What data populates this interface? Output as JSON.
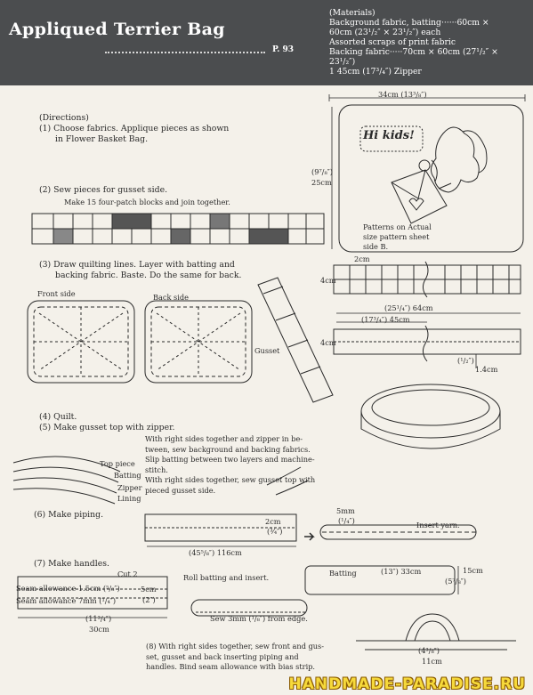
{
  "header": {
    "title": "Appliqued Terrier Bag",
    "page_ref": "P. 93",
    "materials": [
      "(Materials)",
      "Background fabric, batting······60cm ×",
      "60cm (23¹/₂″ × 23¹/₂″) each",
      "Assorted scraps of print fabric",
      "Backing fabric·····70cm × 60cm (27¹/₂″ ×",
      "23¹/₂″)",
      "1  45cm (17³/₄″) Zipper"
    ]
  },
  "directions": {
    "heading": "(Directions)",
    "step1_a": "(1)  Choose fabrics. Applique pieces as shown",
    "step1_b": "in Flower Basket Bag.",
    "step2": "(2)  Sew pieces for gusset side.",
    "step2_sub": "Make 15 four-patch blocks and join together.",
    "step3_a": "(3)  Draw quilting lines. Layer with batting and",
    "step3_b": "backing fabric. Baste. Do the same for back.",
    "step4": "(4)  Quilt.",
    "step5": "(5)  Make gusset top with zipper.",
    "step5_note": [
      "With right sides together and zipper in be-",
      "tween, sew background and backing fabrics.",
      "Slip batting between two layers and machine-",
      "stitch.",
      "With right sides together, sew gusset top with",
      "pieced gusset side."
    ],
    "step6": "(6)  Make piping.",
    "step7": "(7)  Make handles.",
    "step8": [
      "(8)  With right sides together, sew front and gus-",
      "set, gusset and back inserting piping and",
      "handles. Bind seam allowance with bias strip."
    ]
  },
  "labels": {
    "front_side": "Front side",
    "back_side": "Back side",
    "gusset": "Gusset",
    "hi_kids": "Hi kids!",
    "patterns_note": [
      "Patterns on Actual",
      "size pattern sheet",
      "side B."
    ],
    "top_piece": "Top piece",
    "batting": "Batting",
    "zipper": "Zipper",
    "lining": "Lining",
    "insert_yarn": "Insert yarn.",
    "cut2": "Cut 2",
    "roll_batting": "Roll batting and insert.",
    "batting_strip": "Batting",
    "seam1": "Seam allowance 1.5cm (⁵/₈″)",
    "seam2": "Seam allowance 7mm (¹/₄″)",
    "sew3mm": "Sew 3mm (¹/₈″) from edge."
  },
  "dims": {
    "bag_width": "34cm (13³/₈″)",
    "bag_height_in": "(9⁷/₈″)",
    "bag_height_cm": "25cm",
    "g_2cm": "2cm",
    "g_4cm": "4cm",
    "g_64": "(25¹/₄″) 64cm",
    "g_45": "(17³/₄″) 45cm",
    "g_4cm_b": "4cm",
    "g_half": "(¹/₂″)",
    "g_14": "1.4cm",
    "p_5mm": "5mm",
    "p_quarter": "(¹/₄″)",
    "p_2cm": "2cm",
    "p_34": "(¾″)",
    "p_116": "(45⁵/₈″) 116cm",
    "h_5cm": "5cm",
    "h_2in": "(2″)",
    "h_11_in": "(11³/₄″)",
    "h_30": "30cm",
    "h_33": "(13″) 33cm",
    "h_15": "15cm",
    "h_578": "(5⁷/₈″)",
    "b_438": "(4³/₈″)",
    "b_11": "11cm"
  },
  "watermark": "HANDMADE-PARADISE.RU"
}
